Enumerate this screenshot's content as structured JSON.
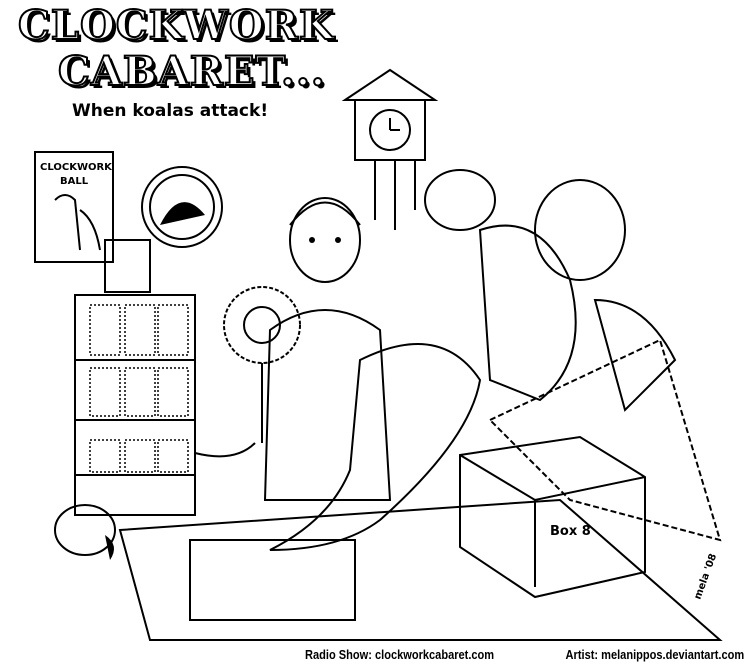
{
  "title": {
    "line1": "CLOCKWORK",
    "line2": "CABARET...",
    "subtitle": "When koalas attack!"
  },
  "poster": {
    "line1": "CLOCKWORK",
    "line2": "BALL"
  },
  "box_label": "Box 8",
  "signature": "mela '08",
  "credits": {
    "radio_show": "Radio Show: clockworkcabaret.com",
    "artist": "Artist: melanippos.deviantart.com"
  }
}
